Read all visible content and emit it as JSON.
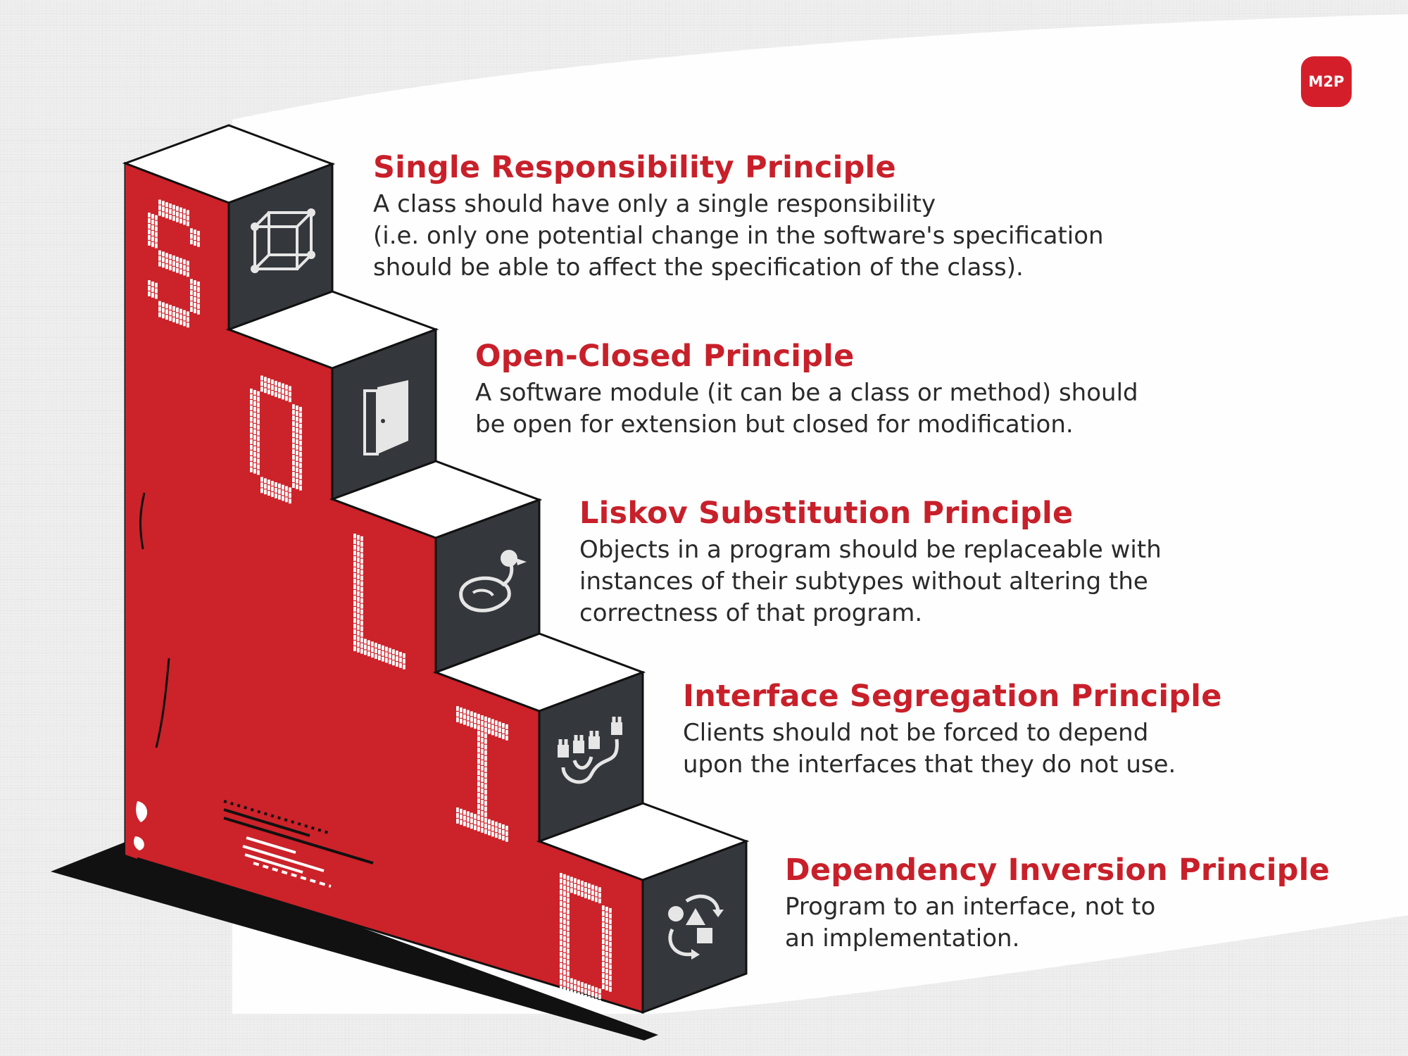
{
  "brand": {
    "logo_text": "M2P",
    "accent_color": "#d41f2b"
  },
  "acronym_letters": [
    "S",
    "O",
    "L",
    "I",
    "D"
  ],
  "principles": [
    {
      "letter": "S",
      "title": "Single Responsibility Principle",
      "description_lines": [
        "A class should have only a single responsibility",
        "(i.e. only one potential change in the software's specification",
        "should be able to affect the specification of the class)."
      ],
      "icon": "cube-wireframe-icon"
    },
    {
      "letter": "O",
      "title": "Open-Closed Principle",
      "description_lines": [
        "A software module (it can be a class or method) should",
        "be open for extension but closed for modification."
      ],
      "icon": "open-door-icon"
    },
    {
      "letter": "L",
      "title": "Liskov Substitution Principle",
      "description_lines": [
        "Objects in a program should be replaceable with",
        "instances of their subtypes without altering the",
        "correctness of that program."
      ],
      "icon": "duck-icon"
    },
    {
      "letter": "I",
      "title": "Interface Segregation Principle",
      "description_lines": [
        "Clients should not be forced to depend",
        "upon the interfaces that they do not use."
      ],
      "icon": "plugs-icon"
    },
    {
      "letter": "D",
      "title": "Dependency Inversion Principle",
      "description_lines": [
        "Program to an interface, not to",
        "an implementation."
      ],
      "icon": "shapes-swap-icon"
    }
  ]
}
